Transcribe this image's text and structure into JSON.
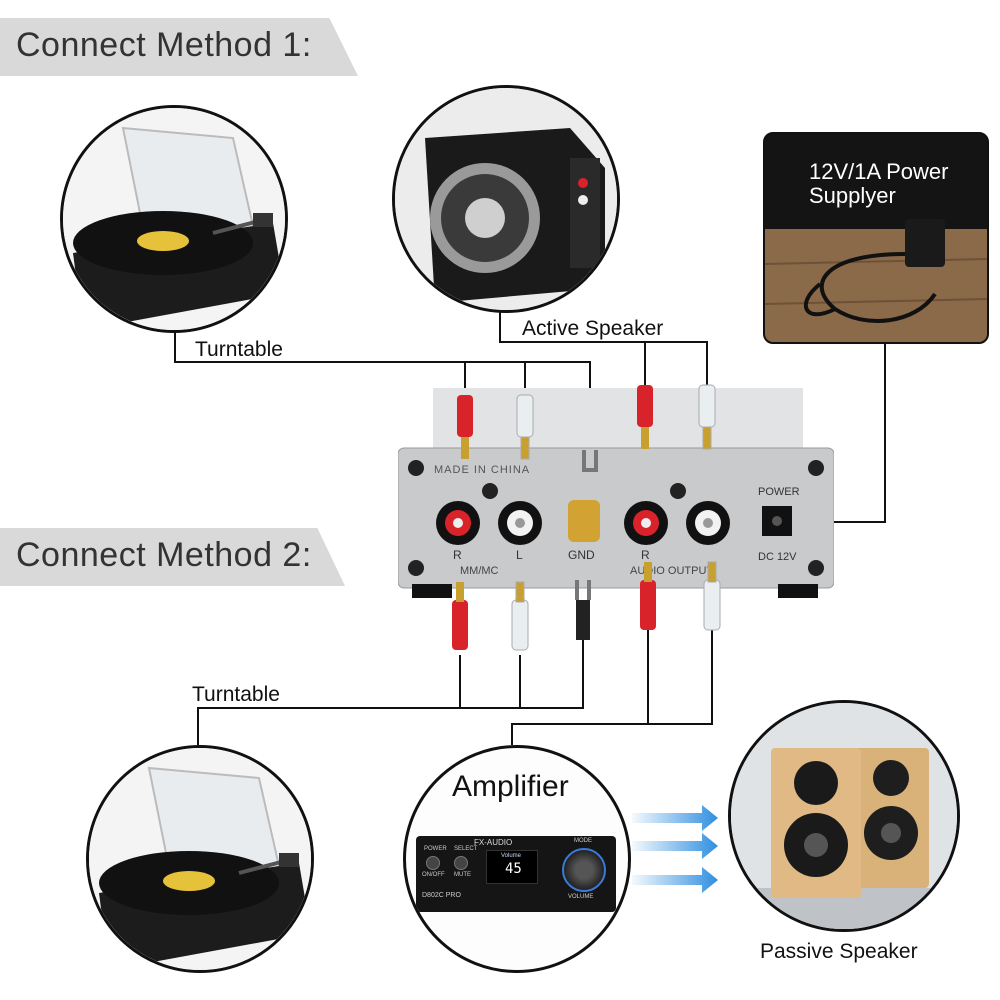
{
  "method1": {
    "title": "Connect Method 1:"
  },
  "method2": {
    "title": "Connect Method 2:"
  },
  "labels": {
    "turntable_1": "Turntable",
    "turntable_2": "Turntable",
    "active_speaker": "Active Speaker",
    "power_supply": "12V/1A Power\nSupplyer",
    "amplifier": "Amplifier",
    "passive_speaker": "Passive Speaker"
  },
  "device_panel": {
    "made_in": "MADE IN CHINA",
    "r": "R",
    "l": "L",
    "gnd": "GND",
    "r_out": "R",
    "input_label": "MM/MC",
    "output_label": "AUDIO OUTPUT",
    "power": "POWER",
    "dc": "DC 12V"
  },
  "amplifier_panel": {
    "brand": "FX-AUDIO",
    "model": "D802C PRO",
    "power": "POWER",
    "select": "SELECT",
    "on_off": "ON/OFF",
    "mute": "MUTE",
    "mode": "MODE",
    "volume_text": "Volume",
    "volume_value": "45",
    "volume_knob": "VOLUME"
  },
  "colors": {
    "red_plug": "#d8232a",
    "white_plug": "#e9eef0",
    "arrow": "#2f8fe0",
    "chassis": "#c9cacc"
  }
}
